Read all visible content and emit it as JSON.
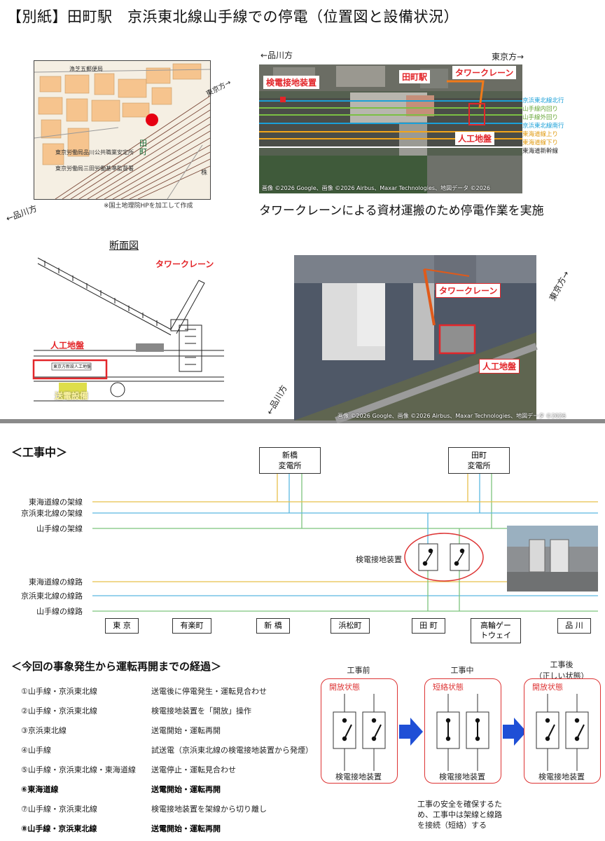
{
  "top": {
    "title": "【別紙】田町駅　京浜東北線山手線での停電（位置図と設備状況）",
    "map": {
      "street_label": "漁芝五郵便局",
      "building_1": "東京労働局品川公共職業安定所",
      "building_2": "東京労働局三田労働基準監督署",
      "station_glyph": "田町",
      "tokyo_dir": "東京方→",
      "shinagawa_dir": "←品川方",
      "source_note": "※国土地理院HPを加工して作成",
      "misc_char": "株"
    },
    "aerial": {
      "shinagawa_dir": "←品川方",
      "tokyo_dir": "東京方→",
      "station_label": "田町駅",
      "device_label": "検電接地装置",
      "crane_label": "タワークレーン",
      "deck_label": "人工地盤",
      "copyright": "画像 ©2026 Google、画像 ©2026 Airbus、Maxar Technologies、地図データ ©2026",
      "legend": [
        {
          "label": "京浜東北線北行",
          "color": "#1aa0d8"
        },
        {
          "label": "山手線内回り",
          "color": "#7bc043"
        },
        {
          "label": "山手線外回り",
          "color": "#7bc043"
        },
        {
          "label": "京浜東北線南行",
          "color": "#1aa0d8"
        },
        {
          "label": "東海道線上り",
          "color": "#f2a51a"
        },
        {
          "label": "東海道線下り",
          "color": "#f2a51a"
        },
        {
          "label": "東海道新幹線",
          "color": "#ffffff"
        }
      ]
    },
    "caption": "タワークレーンによる資材運搬のため停電作業を実施",
    "section": {
      "title": "断面図",
      "crane_label": "タワークレーン",
      "deck_label": "人工地盤",
      "power_label": "送電設備",
      "sign_text": "東京方新設人工地盤"
    },
    "photo3": {
      "crane_label": "タワークレーン",
      "deck_label": "人工地盤",
      "tokyo_dir": "東京方→",
      "shinagawa_dir": "←品川方",
      "copyright": "画像 ©2026 Google、画像 ©2026 Airbus、Maxar Technologies、地図データ ©2026"
    }
  },
  "bottom": {
    "under_construction": "＜工事中＞",
    "substations": [
      {
        "line1": "新橋",
        "line2": "変電所"
      },
      {
        "line1": "田町",
        "line2": "変電所"
      }
    ],
    "track_labels": [
      {
        "label": "東海道線の架線",
        "color": "#e8c04a"
      },
      {
        "label": "京浜東北線の架線",
        "color": "#5bb8e0"
      },
      {
        "label": "山手線の架線",
        "color": "#7cc47c"
      },
      {
        "label": "東海道線の線路",
        "color": "#e8c04a"
      },
      {
        "label": "京浜東北線の線路",
        "color": "#5bb8e0"
      },
      {
        "label": "山手線の線路",
        "color": "#7cc47c"
      }
    ],
    "device_label": "検電接地装置",
    "stations": [
      {
        "line1": "東 京",
        "line2": ""
      },
      {
        "line1": "有楽町",
        "line2": ""
      },
      {
        "line1": "新 橋",
        "line2": ""
      },
      {
        "line1": "浜松町",
        "line2": ""
      },
      {
        "line1": "田 町",
        "line2": ""
      },
      {
        "line1": "高輪ゲー",
        "line2": "トウェイ"
      },
      {
        "line1": "品 川",
        "line2": ""
      }
    ],
    "timeline_title": "＜今回の事象発生から運転再開までの経過＞",
    "events": [
      {
        "line": "①山手線・京浜東北線",
        "action": "送電後に停電発生・運転見合わせ",
        "bold": false
      },
      {
        "line": "②山手線・京浜東北線",
        "action": "検電接地装置を「開放」操作",
        "bold": false
      },
      {
        "line": "③京浜東北線",
        "action": "送電開始・運転再開",
        "bold": false
      },
      {
        "line": "④山手線",
        "action": "試送電（京浜東北線の検電接地装置から発煙）",
        "bold": false
      },
      {
        "line": "⑤山手線・京浜東北線・東海道線",
        "action": "送電停止・運転見合わせ",
        "bold": false
      },
      {
        "line": "⑥東海道線",
        "action": "送電開始・運転再開",
        "bold": true
      },
      {
        "line": "⑦山手線・京浜東北線",
        "action": "検電接地装置を架線から切り離し",
        "bold": false
      },
      {
        "line": "⑧山手線・京浜東北線",
        "action": "送電開始・運転再開",
        "bold": true
      }
    ],
    "states": [
      {
        "head1": "工事前",
        "head2": "",
        "state": "開放状態",
        "foot": "検電接地装置"
      },
      {
        "head1": "工事中",
        "head2": "",
        "state": "短絡状態",
        "foot": "検電接地装置"
      },
      {
        "head1": "工事後",
        "head2": "（正しい状態）",
        "state": "開放状態",
        "foot": "検電接地装置"
      }
    ],
    "state_note": [
      "工事の安全を確保するた",
      "め、工事中は架線と線路",
      "を接続（短絡）する"
    ]
  }
}
